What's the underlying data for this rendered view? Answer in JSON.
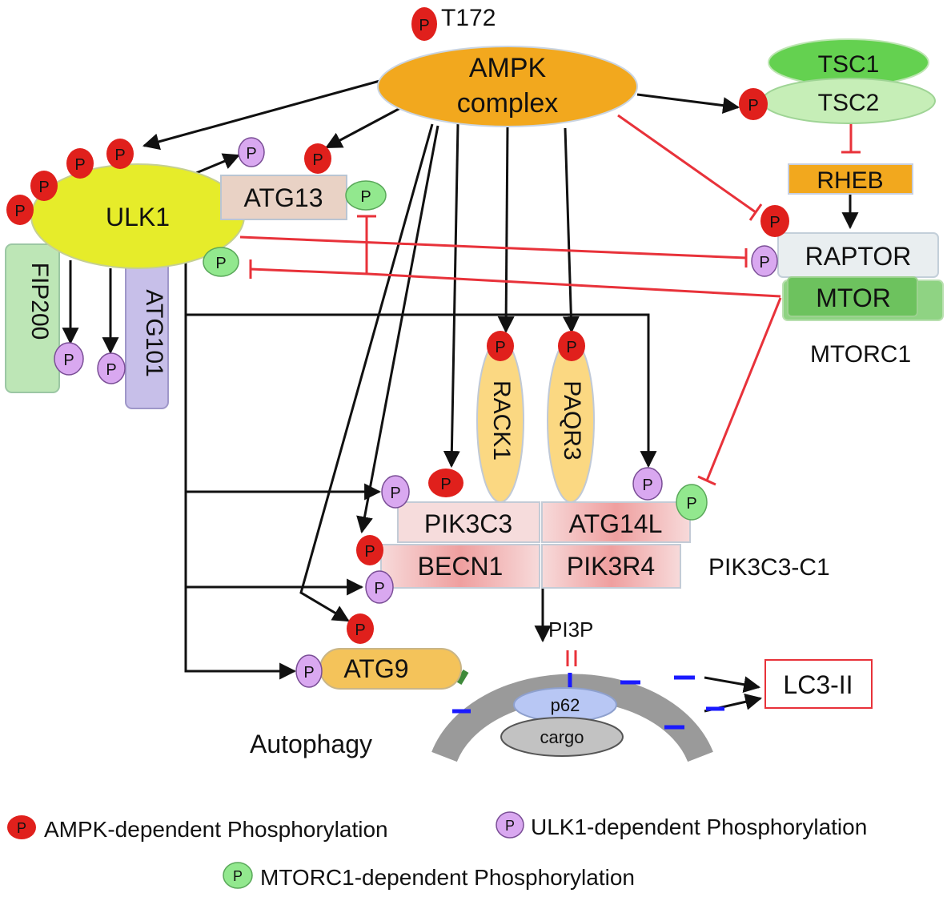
{
  "labels": {
    "t172": "T172",
    "ampk_line1": "AMPK",
    "ampk_line2": "complex",
    "tsc1": "TSC1",
    "tsc2": "TSC2",
    "rheb": "RHEB",
    "raptor": "RAPTOR",
    "mtor": "MTOR",
    "mtorc1": "MTORC1",
    "ulk1": "ULK1",
    "atg13": "ATG13",
    "fip200": "FIP200",
    "atg101": "ATG101",
    "rack1": "RACK1",
    "paqr3": "PAQR3",
    "pik3c3": "PIK3C3",
    "atg14l": "ATG14L",
    "becn1": "BECN1",
    "pik3r4": "PIK3R4",
    "pik3c3_c1": "PIK3C3-C1",
    "pi3p": "PI3P",
    "atg9": "ATG9",
    "p62": "p62",
    "cargo": "cargo",
    "autophagy": "Autophagy",
    "lc3": "LC3-II",
    "p": "P"
  },
  "legend": [
    {
      "label": "AMPK-dependent Phosphorylation",
      "color": "#e0201c"
    },
    {
      "label": "ULK1-dependent Phosphorylation",
      "color": "#d9a8f0"
    },
    {
      "label": "MTORC1-dependent Phosphorylation",
      "color": "#92e88e"
    }
  ],
  "colors": {
    "ampk": "#f2a81e",
    "ulk1": "#e6ec2a",
    "amp_phos": "#e0201c",
    "ulk_phos": "#d9a8f0",
    "mtor_phos": "#92e88e",
    "inhibit": "#e8323a",
    "activate": "#111111",
    "membrane": "#9a9a9a",
    "lc3_dash": "#1a1aff"
  }
}
